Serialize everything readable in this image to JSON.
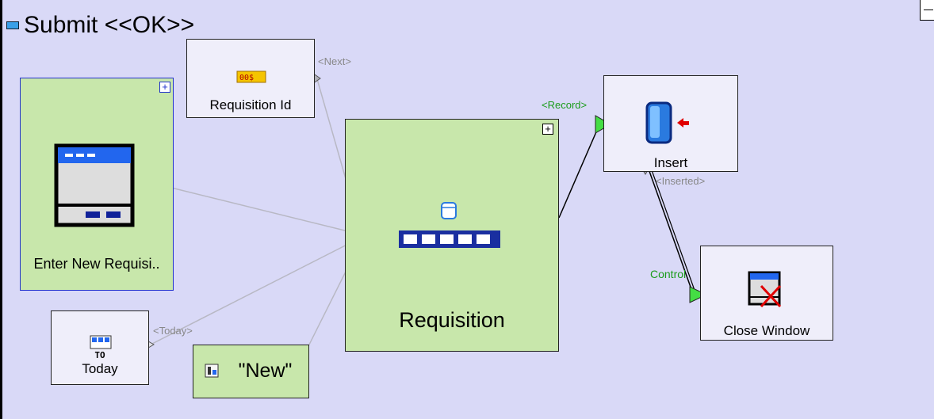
{
  "title": "Submit <<OK>>",
  "nodes": {
    "enter_new": {
      "label": "Enter New Requisi.."
    },
    "requisition_id": {
      "label": "Requisition Id"
    },
    "requisition": {
      "label": "Requisition"
    },
    "insert": {
      "label": "Insert"
    },
    "close_window": {
      "label": "Close Window"
    },
    "today": {
      "label": "Today",
      "icon_text": "TO"
    },
    "new_const": {
      "label": "\"New\""
    }
  },
  "ports": {
    "next": "<Next>",
    "record": "<Record>",
    "inserted": "<Inserted>",
    "control": "Control",
    "today": "<Today>"
  },
  "colors": {
    "canvas": "#d9d9f7",
    "node_green": "#c8e7ab",
    "node_white": "#efeefa",
    "port_green": "#1b9c1b",
    "port_gray": "#888888"
  }
}
